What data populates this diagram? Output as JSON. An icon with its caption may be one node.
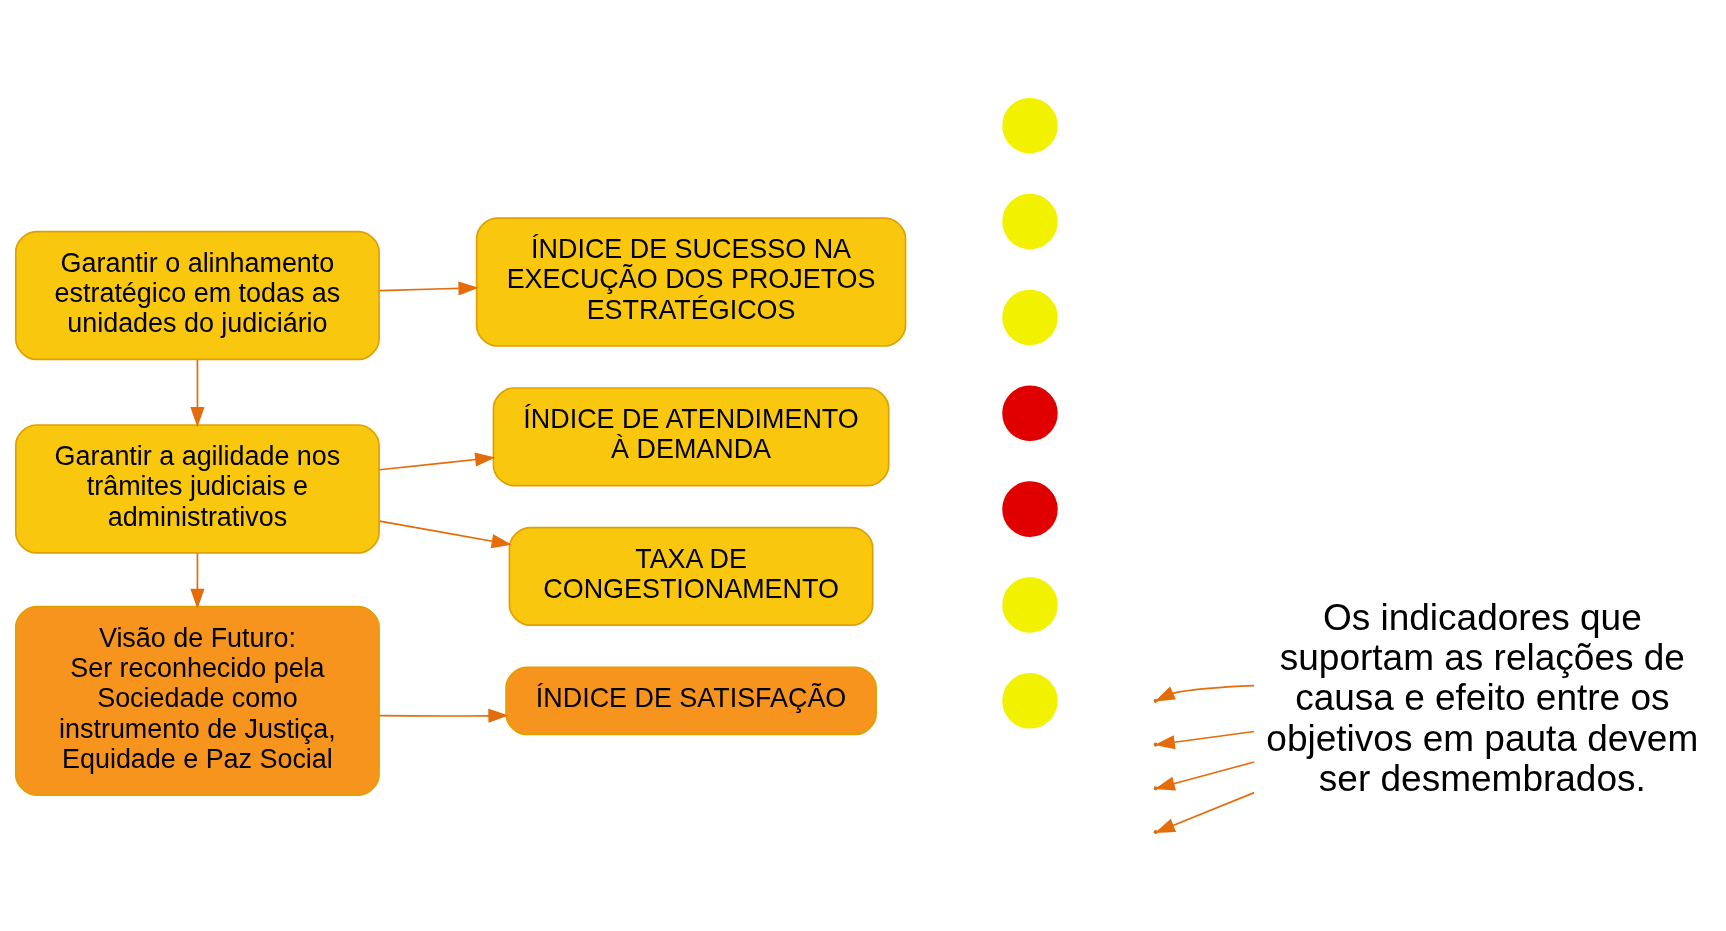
{
  "diagram": {
    "nodes": [
      {
        "text": [
          "Visão de Futuro:",
          "Ser reconhecido pela Sociedade como instrumento de Justiça, Equidade e Paz Social"
        ]
      },
      {
        "text": [
          "Garantir a agilidade nos trâmites judiciais e administrativos"
        ]
      },
      {
        "text": [
          "Garantir o alinhamento estratégico em todas as unidades do judiciário"
        ]
      },
      {
        "text": [
          "ÍNDICE DE SATISFAÇÃO"
        ]
      },
      {
        "text": [
          "TAXA DE CONGESTIONAMENTO"
        ]
      },
      {
        "text": [
          "ÍNDICE DE ATENDIMENTO À DEMANDA"
        ]
      },
      {
        "text": [
          "ÍNDICE DE SUCESSO NA EXECUÇÃO DOS PROJETOS ESTRATÉGICOS"
        ]
      },
      {
        "text": [
          "Os indicadores que suportam as relações de causa e efeito entre os objetivos em pauta devem ser desmembrados."
        ]
      },
      {
        "text": [],
        "shape": "circle"
      },
      {
        "text": [],
        "shape": "circle"
      },
      {
        "text": [],
        "shape": "circle"
      },
      {
        "text": [],
        "shape": "circle"
      },
      {
        "text": [],
        "shape": "circle"
      },
      {
        "text": [],
        "shape": "circle"
      },
      {
        "text": [],
        "shape": "circle"
      }
    ],
    "edges": [
      {
        "from": 1,
        "to": 0,
        "arrow": "to"
      },
      {
        "from": 2,
        "to": 1,
        "arrow": "to"
      },
      {
        "from": 0,
        "to": 3,
        "arrow": "to"
      },
      {
        "from": 1,
        "to": 4,
        "arrow": "to"
      },
      {
        "from": 1,
        "to": 5,
        "arrow": "to"
      },
      {
        "from": 2,
        "to": 6,
        "arrow": "to"
      },
      {
        "from": 7,
        "to": null,
        "arrow": "to"
      },
      {
        "from": 7,
        "to": null,
        "arrow": "to"
      },
      {
        "from": 7,
        "to": null,
        "arrow": "to"
      },
      {
        "from": 7,
        "to": null,
        "arrow": "to"
      }
    ]
  }
}
